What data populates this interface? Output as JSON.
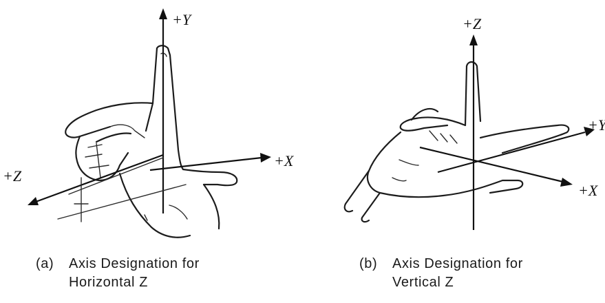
{
  "panel_a": {
    "axis_labels": {
      "y": "+Y",
      "x": "+X",
      "z": "+Z"
    },
    "caption": {
      "tag": "(a)",
      "line1": "Axis Designation for",
      "line2": "Horizontal Z"
    }
  },
  "panel_b": {
    "axis_labels": {
      "z": "+Z",
      "y": "+Y",
      "x": "+X"
    },
    "caption": {
      "tag": "(b)",
      "line1": "Axis Designation for",
      "line2": "Vertical Z"
    }
  }
}
